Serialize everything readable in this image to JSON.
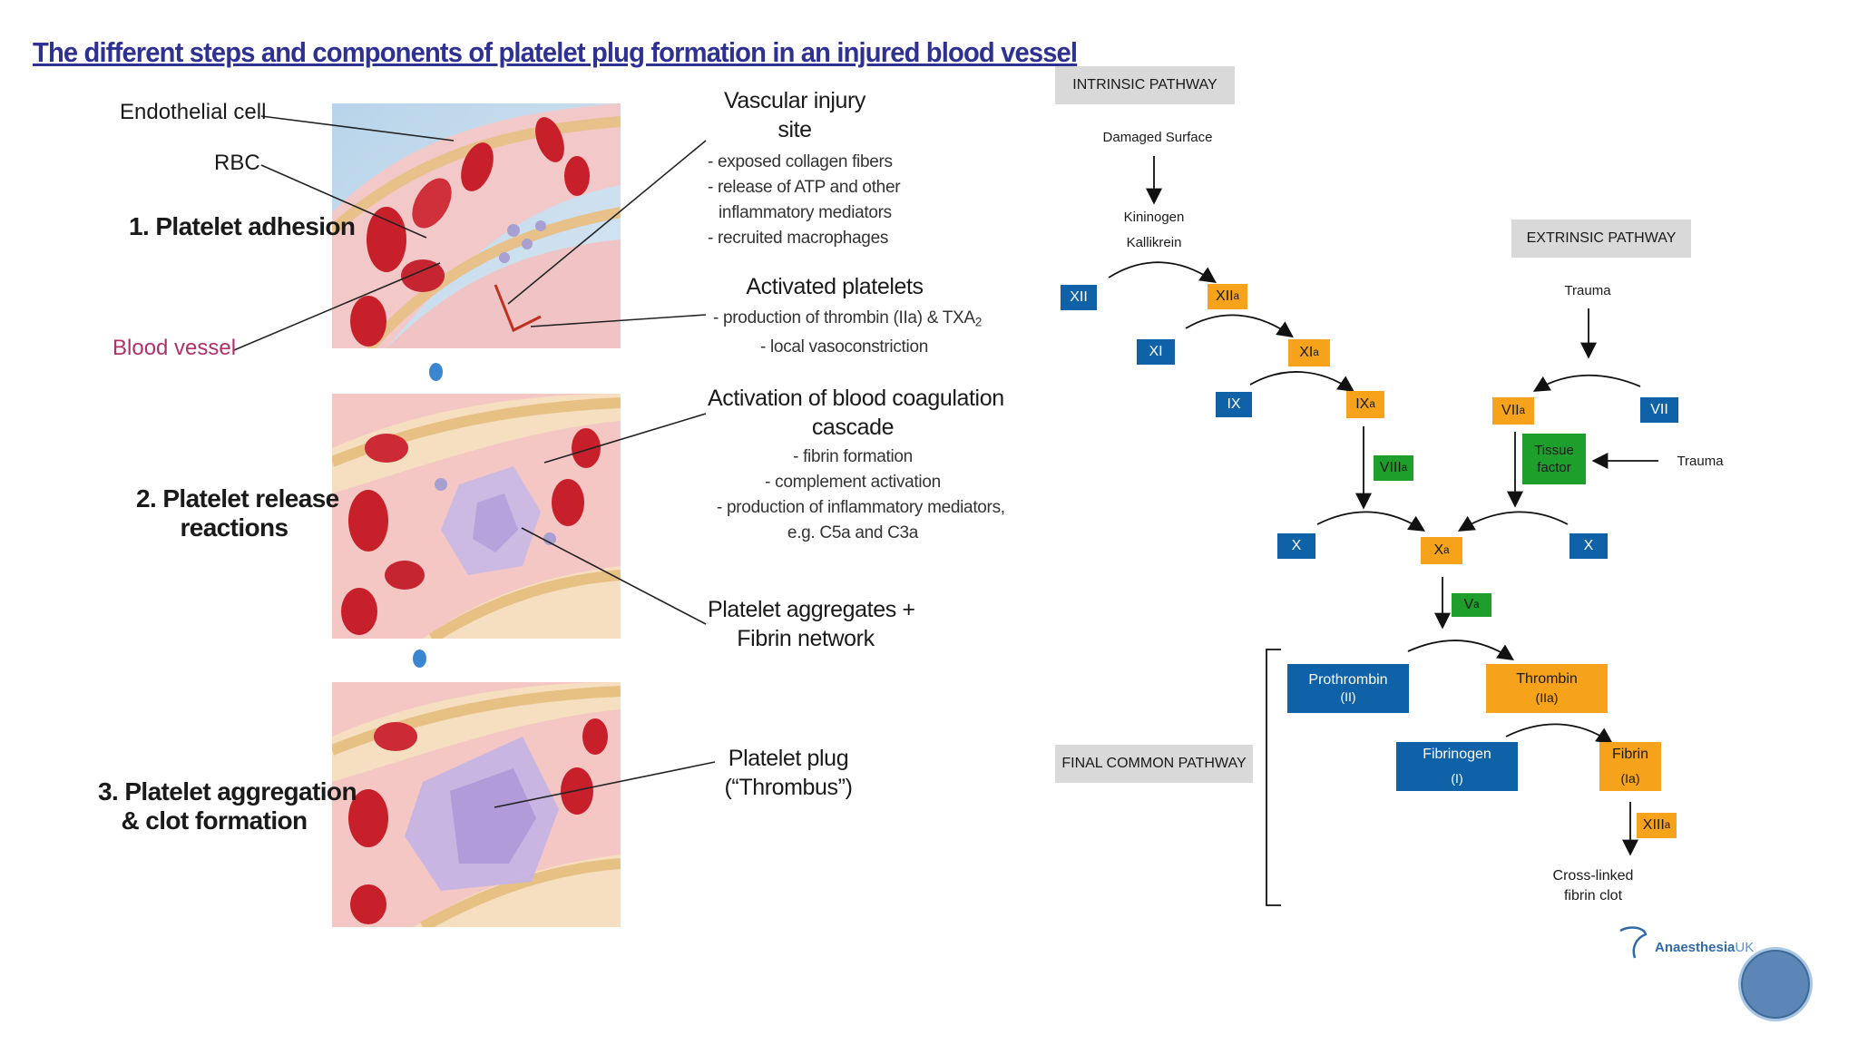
{
  "title": "The different steps and components of platelet plug formation in an injured blood vessel",
  "left_labels": {
    "endothelial": "Endothelial cell",
    "rbc": "RBC",
    "step1": "1. Platelet adhesion",
    "blood_vessel": "Blood vessel",
    "step2_line1": "2. Platelet release",
    "step2_line2": "reactions",
    "step3_line1": "3. Platelet aggregation",
    "step3_line2": "& clot formation"
  },
  "right_labels": {
    "injury_title_1": "Vascular injury",
    "injury_title_2": "site",
    "injury_items": [
      "- exposed collagen fibers",
      "-  release of ATP and other",
      "inflammatory mediators",
      "- recruited macrophages"
    ],
    "activated_title": "Activated platelets",
    "activated_items": [
      "- production of thrombin (IIa) & TXA",
      "- local vasoconstriction"
    ],
    "activated_sub": "2",
    "cascade_title_1": "Activation of blood coagulation",
    "cascade_title_2": "cascade",
    "cascade_items": [
      "- fibrin formation",
      "- complement activation",
      "- production of inflammatory mediators,",
      "e.g. C5a and C3a"
    ],
    "aggregates_1": "Platelet aggregates +",
    "aggregates_2": "Fibrin network",
    "plug_1": "Platelet plug",
    "plug_2": "(“Thrombus”)"
  },
  "cascade": {
    "intrinsic_header": "INTRINSIC PATHWAY",
    "extrinsic_header": "EXTRINSIC PATHWAY",
    "final_header": "FINAL COMMON  PATHWAY",
    "damaged_surface": "Damaged Surface",
    "kininogen": "Kininogen",
    "kallikrein": "Kallikrein",
    "trauma_top": "Trauma",
    "trauma_side": "Trauma",
    "xii": "XII",
    "xiia": "XII",
    "xi": "XI",
    "xia": "XI",
    "ix": "IX",
    "ixa": "IX",
    "viiia": "VIII",
    "viia": "VII",
    "vii": "VII",
    "tissue_factor_1": "Tissue",
    "tissue_factor_2": "factor",
    "x_left": "X",
    "xa": "X",
    "x_right": "X",
    "va": "V",
    "sub_a": "a",
    "prothrombin_1": "Prothrombin",
    "prothrombin_2": "(II)",
    "thrombin_1": "Thrombin",
    "thrombin_2": "(IIa)",
    "fibrinogen_1": "Fibrinogen",
    "fibrinogen_2": "(I)",
    "fibrin_1": "Fibrin",
    "fibrin_2": "(Ia)",
    "xiiia": "XIII",
    "crosslinked_1": "Cross-linked",
    "crosslinked_2": "fibrin clot",
    "logo_main": "Anaesthesia",
    "logo_uk": "UK"
  },
  "colors": {
    "title": "#2e3192",
    "blood_vessel_label": "#b0306a",
    "factor_inactive": "#0f61a8",
    "factor_active": "#f7a21b",
    "cofactor": "#1e9e2b",
    "header_bg": "#d9d9d9"
  }
}
